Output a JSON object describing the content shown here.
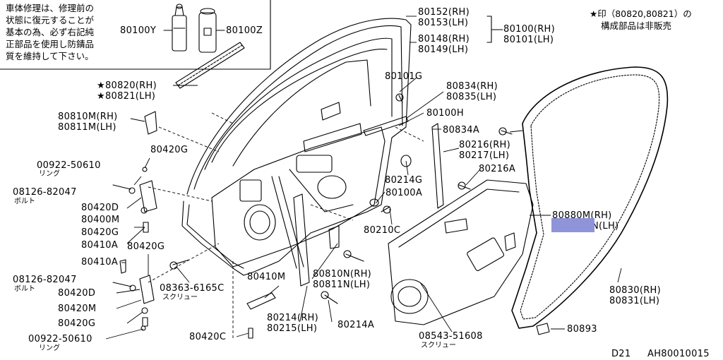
{
  "note_box": {
    "lines": [
      "車体修理は、修理前の",
      "状態に復元することが",
      "基本の為、必ず右記純",
      "正部品を使用し防錆品",
      "質を維持して下さい。"
    ],
    "left_label": "80100Y",
    "right_label": "80100Z"
  },
  "star_note": {
    "lines": [
      "★印（80820,80821）の",
      "構成部品は非販売"
    ]
  },
  "parts": {
    "p80152": "80152(RH)",
    "p80153": "80153(LH)",
    "p80100rh": "80100(RH)",
    "p80101lh": "80101(LH)",
    "p80148": "80148(RH)",
    "p80149": "80149(LH)",
    "p80101g": "80101G",
    "p80834": "80834(RH)",
    "p80835": "80835(LH)",
    "p80100h": "80100H",
    "p80834a": "80834A",
    "p80216": "80216(RH)",
    "p80217": "80217(LH)",
    "p80214g": "80214G",
    "p80216a": "80216A",
    "p80100a": "80100A",
    "p80210c": "80210C",
    "p80880m": "80880M(RH)",
    "p80880n_tail": "N(LH)",
    "p80820": "★80820(RH)",
    "p80821": "★80821(LH)",
    "p80810m": "80810M(RH)",
    "p80811m": "80811M(LH)",
    "p80420g_a": "80420G",
    "p00922_a": "00922-50610",
    "p00922_a_sub": "リング",
    "p08126_a": "08126-82047",
    "p08126_a_sub": "ボルト",
    "p80420d_a": "80420D",
    "p80400m": "80400M",
    "p80420g_b": "80420G",
    "p80410a_a": "80410A",
    "p80420g_c": "80420G",
    "p80410a_b": "80410A",
    "p08126_b": "08126-82047",
    "p08126_b_sub": "ボルト",
    "p80420d_b": "80420D",
    "p80420m": "80420M",
    "p80420g_d": "80420G",
    "p00922_b": "00922-50610",
    "p00922_b_sub": "リング",
    "p08363": "08363-6165C",
    "p08363_sub": "スクリュー",
    "p80410m": "80410M",
    "p80810n": "80810N(RH)",
    "p80811n": "80811N(LH)",
    "p80214rh": "80214(RH)",
    "p80215lh": "80215(LH)",
    "p80214a": "80214A",
    "p80420c": "80420C",
    "p08543": "08543-51608",
    "p08543_sub": "スクリュー",
    "p80830": "80830(RH)",
    "p80831": "80831(LH)",
    "p80893": "80893"
  },
  "footer": {
    "model": "D21",
    "code": "AH80010015"
  },
  "colors": {
    "line": "#000000",
    "highlight": "#8f94d8"
  }
}
